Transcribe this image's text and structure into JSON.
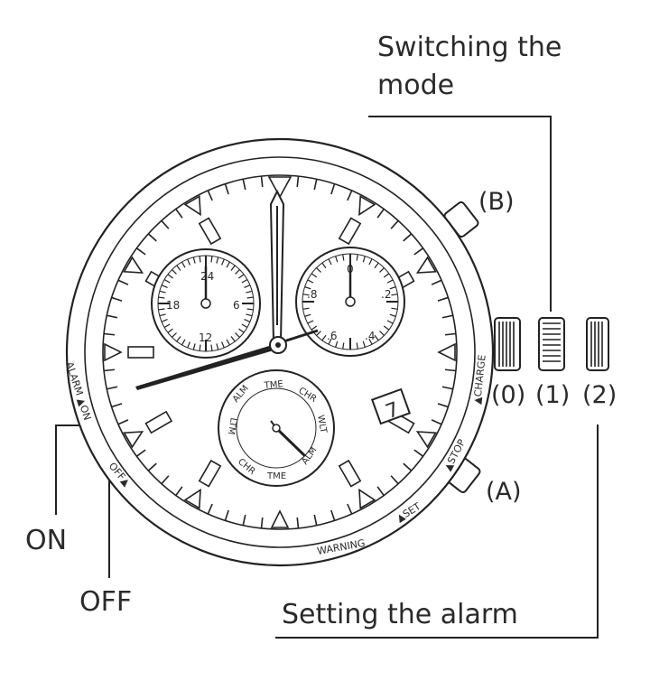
{
  "callouts": {
    "switching_mode_line1": "Switching the",
    "switching_mode_line2": "mode",
    "setting_alarm": "Setting the alarm",
    "on": "ON",
    "off": "OFF",
    "button_b": "(B)",
    "button_a": "(A)",
    "crown_positions": [
      "(0)",
      "(1)",
      "(2)"
    ]
  },
  "bezel": {
    "alarm_on": "ALARM ▲ON",
    "off": "OFF▲",
    "warning": "WARNING",
    "set": "▲SET",
    "stop": "▲STOP",
    "charge": "▲CHARGE"
  },
  "dial": {
    "left_subdial": [
      "24",
      "6",
      "12",
      "18"
    ],
    "right_subdial": [
      "0",
      ".2",
      ".4",
      ".6",
      ".8"
    ],
    "bottom_subdial": [
      "TME",
      "CHR",
      "WLT",
      "ALM",
      "TME",
      "CHR",
      "LTM",
      "ALM"
    ],
    "date": "7"
  }
}
